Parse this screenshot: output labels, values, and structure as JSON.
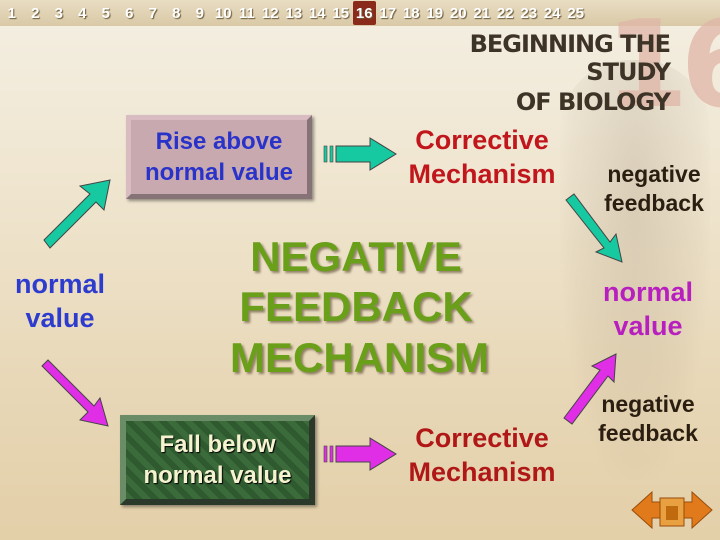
{
  "nav": {
    "pages": [
      "1",
      "2",
      "3",
      "4",
      "5",
      "6",
      "7",
      "8",
      "9",
      "10",
      "11",
      "12",
      "13",
      "14",
      "15",
      "16",
      "17",
      "18",
      "19",
      "20",
      "21",
      "22",
      "23",
      "24",
      "25"
    ],
    "active": "16"
  },
  "header": {
    "title_line1": "BEGINNING THE STUDY",
    "title_line2": "OF BIOLOGY",
    "chapter_number": "16"
  },
  "diagram": {
    "rise_box": "Rise above normal value",
    "fall_box": "Fall below normal value",
    "corrective_top": "Corrective Mechanism",
    "corrective_bottom": "Corrective Mechanism",
    "neg_feedback_top": "negative feedback",
    "neg_feedback_bottom": "negative feedback",
    "normal_left": "normal value",
    "normal_right": "normal value",
    "center_title": "NEGATIVE FEEDBACK MECHANISM"
  },
  "colors": {
    "teal_arrow": "#17c9a0",
    "magenta_arrow": "#e02ee6",
    "box_rise": "#c9a9b0",
    "box_fall": "#3b6b3a",
    "center_text": "#6a9f1a"
  },
  "icons": {
    "prev": "left-arrow-icon",
    "home": "home-icon",
    "next": "right-arrow-icon"
  }
}
